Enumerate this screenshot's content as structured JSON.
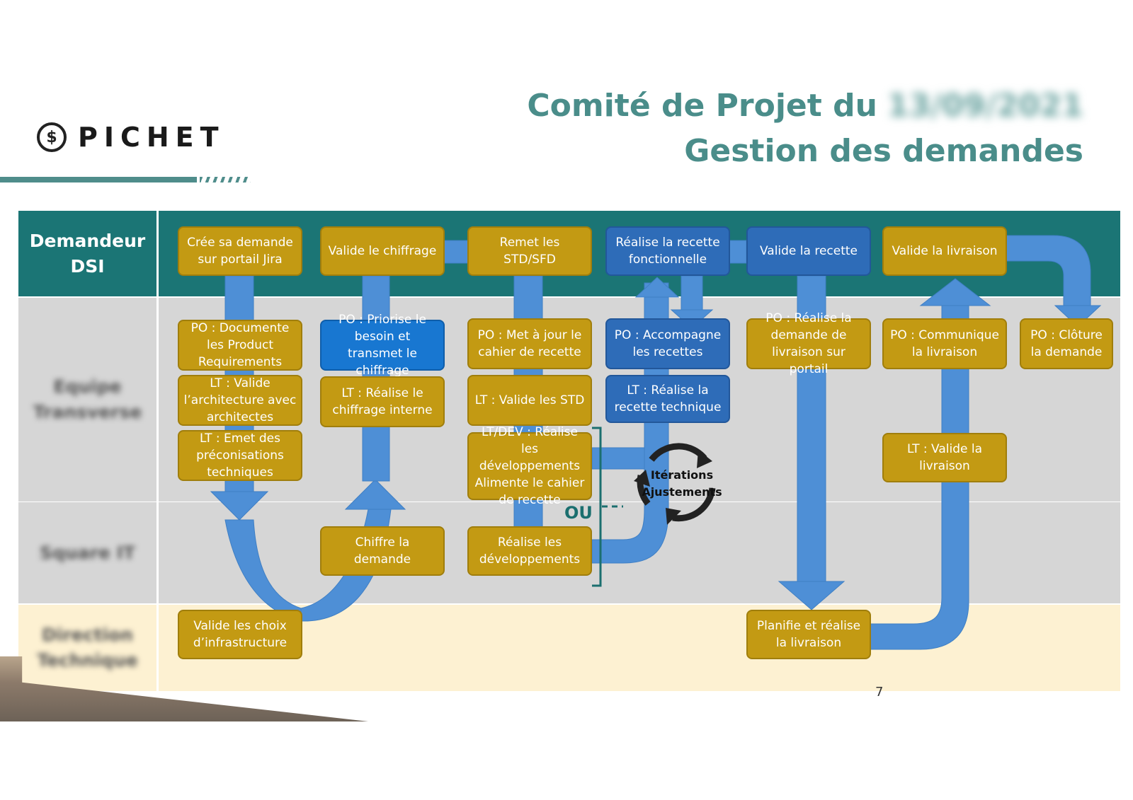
{
  "header": {
    "logo_glyph": "$",
    "logo_text": "PICHET",
    "title_line1": "Comité de Projet du",
    "title_date_blurred": "13/09/2021",
    "title_line2": "Gestion des demandes",
    "accent_color": "#4a8d8a"
  },
  "lanes": [
    {
      "label": "Demandeur DSI",
      "blurred": false
    },
    {
      "label": "Equipe Transverse",
      "blurred": true
    },
    {
      "label": "Square IT",
      "blurred": true
    },
    {
      "label": "Direction Technique",
      "blurred": true
    }
  ],
  "boxes": {
    "cree_demande": "Crée sa demande sur portail Jira",
    "valide_chiffrage": "Valide le chiffrage",
    "remet_std": "Remet les STD/SFD",
    "realise_recette_fonc": "Réalise la recette fonctionnelle",
    "valide_recette": "Valide la recette",
    "valide_livraison": "Valide la livraison",
    "po_documente": "PO : Documente les Product Requirements",
    "lt_valide_archi": "LT : Valide l’architecture avec architectes",
    "lt_preconisations": "LT : Emet des préconisations techniques",
    "po_priorise": "PO : Priorise le besoin et transmet le chiffrage",
    "lt_chiffrage_interne": "LT : Réalise le chiffrage interne",
    "po_cahier_recette": "PO : Met à jour le cahier de recette",
    "lt_valide_std": "LT : Valide les STD",
    "ltdev_developpements": "LT/DEV : Réalise les développements Alimente le cahier de recette",
    "po_accompagne": "PO : Accompagne les recettes",
    "lt_recette_technique": "LT : Réalise la recette technique",
    "po_demande_livraison": "PO : Réalise la demande de livraison sur portail",
    "po_communique": "PO : Communique la livraison",
    "po_cloture": "PO : Clôture la demande",
    "lt_valide_livraison": "LT : Valide la livraison",
    "chiffre_demande": "Chiffre la demande",
    "realise_dev": "Réalise les développements",
    "valide_choix_infra": "Valide les choix d’infrastructure",
    "planifie_livraison": "Planifie et réalise la livraison"
  },
  "labels": {
    "ou": "OU",
    "iterations": "Itérations",
    "ajustements": "Ajustements",
    "page_mark": "7"
  },
  "colors": {
    "lane_top": "#1b7575",
    "lane_gray": "#d6d6d6",
    "lane_cream": "#fdf1d2",
    "box_gold": "#c39a13",
    "box_blue": "#2e6cb8",
    "arrow_blue": "#4e8fd6"
  }
}
